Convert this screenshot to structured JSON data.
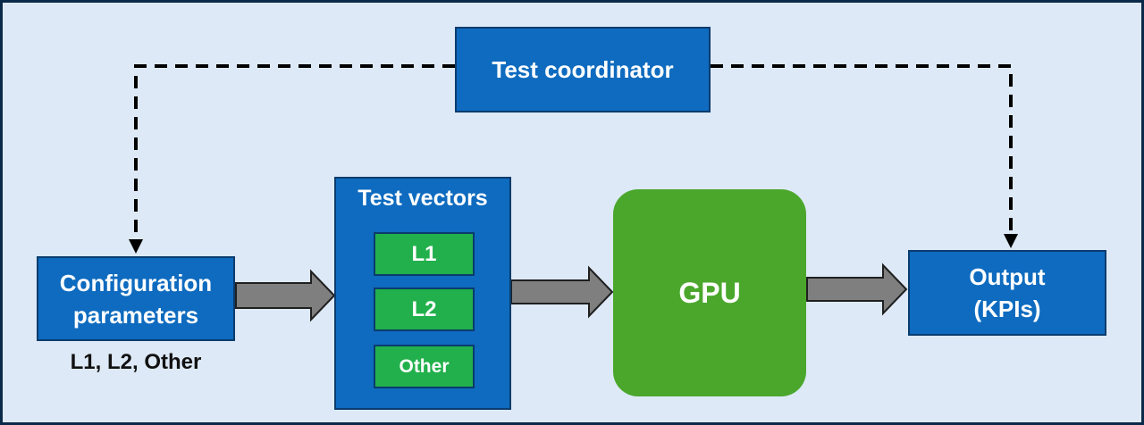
{
  "coordinator": {
    "label": "Test coordinator"
  },
  "config": {
    "line1": "Configuration",
    "line2": "parameters",
    "caption": "L1, L2, Other"
  },
  "test_vectors": {
    "title": "Test vectors",
    "items": [
      "L1",
      "L2",
      "Other"
    ]
  },
  "gpu": {
    "label": "GPU"
  },
  "output": {
    "line1": "Output",
    "line2": "(KPIs)"
  },
  "colors": {
    "box_blue": "#0e6bbf",
    "gpu_green": "#4aa72c",
    "vector_green": "#21b04b",
    "arrow_gray": "#7f7f7f",
    "background": "#dde9f6"
  }
}
